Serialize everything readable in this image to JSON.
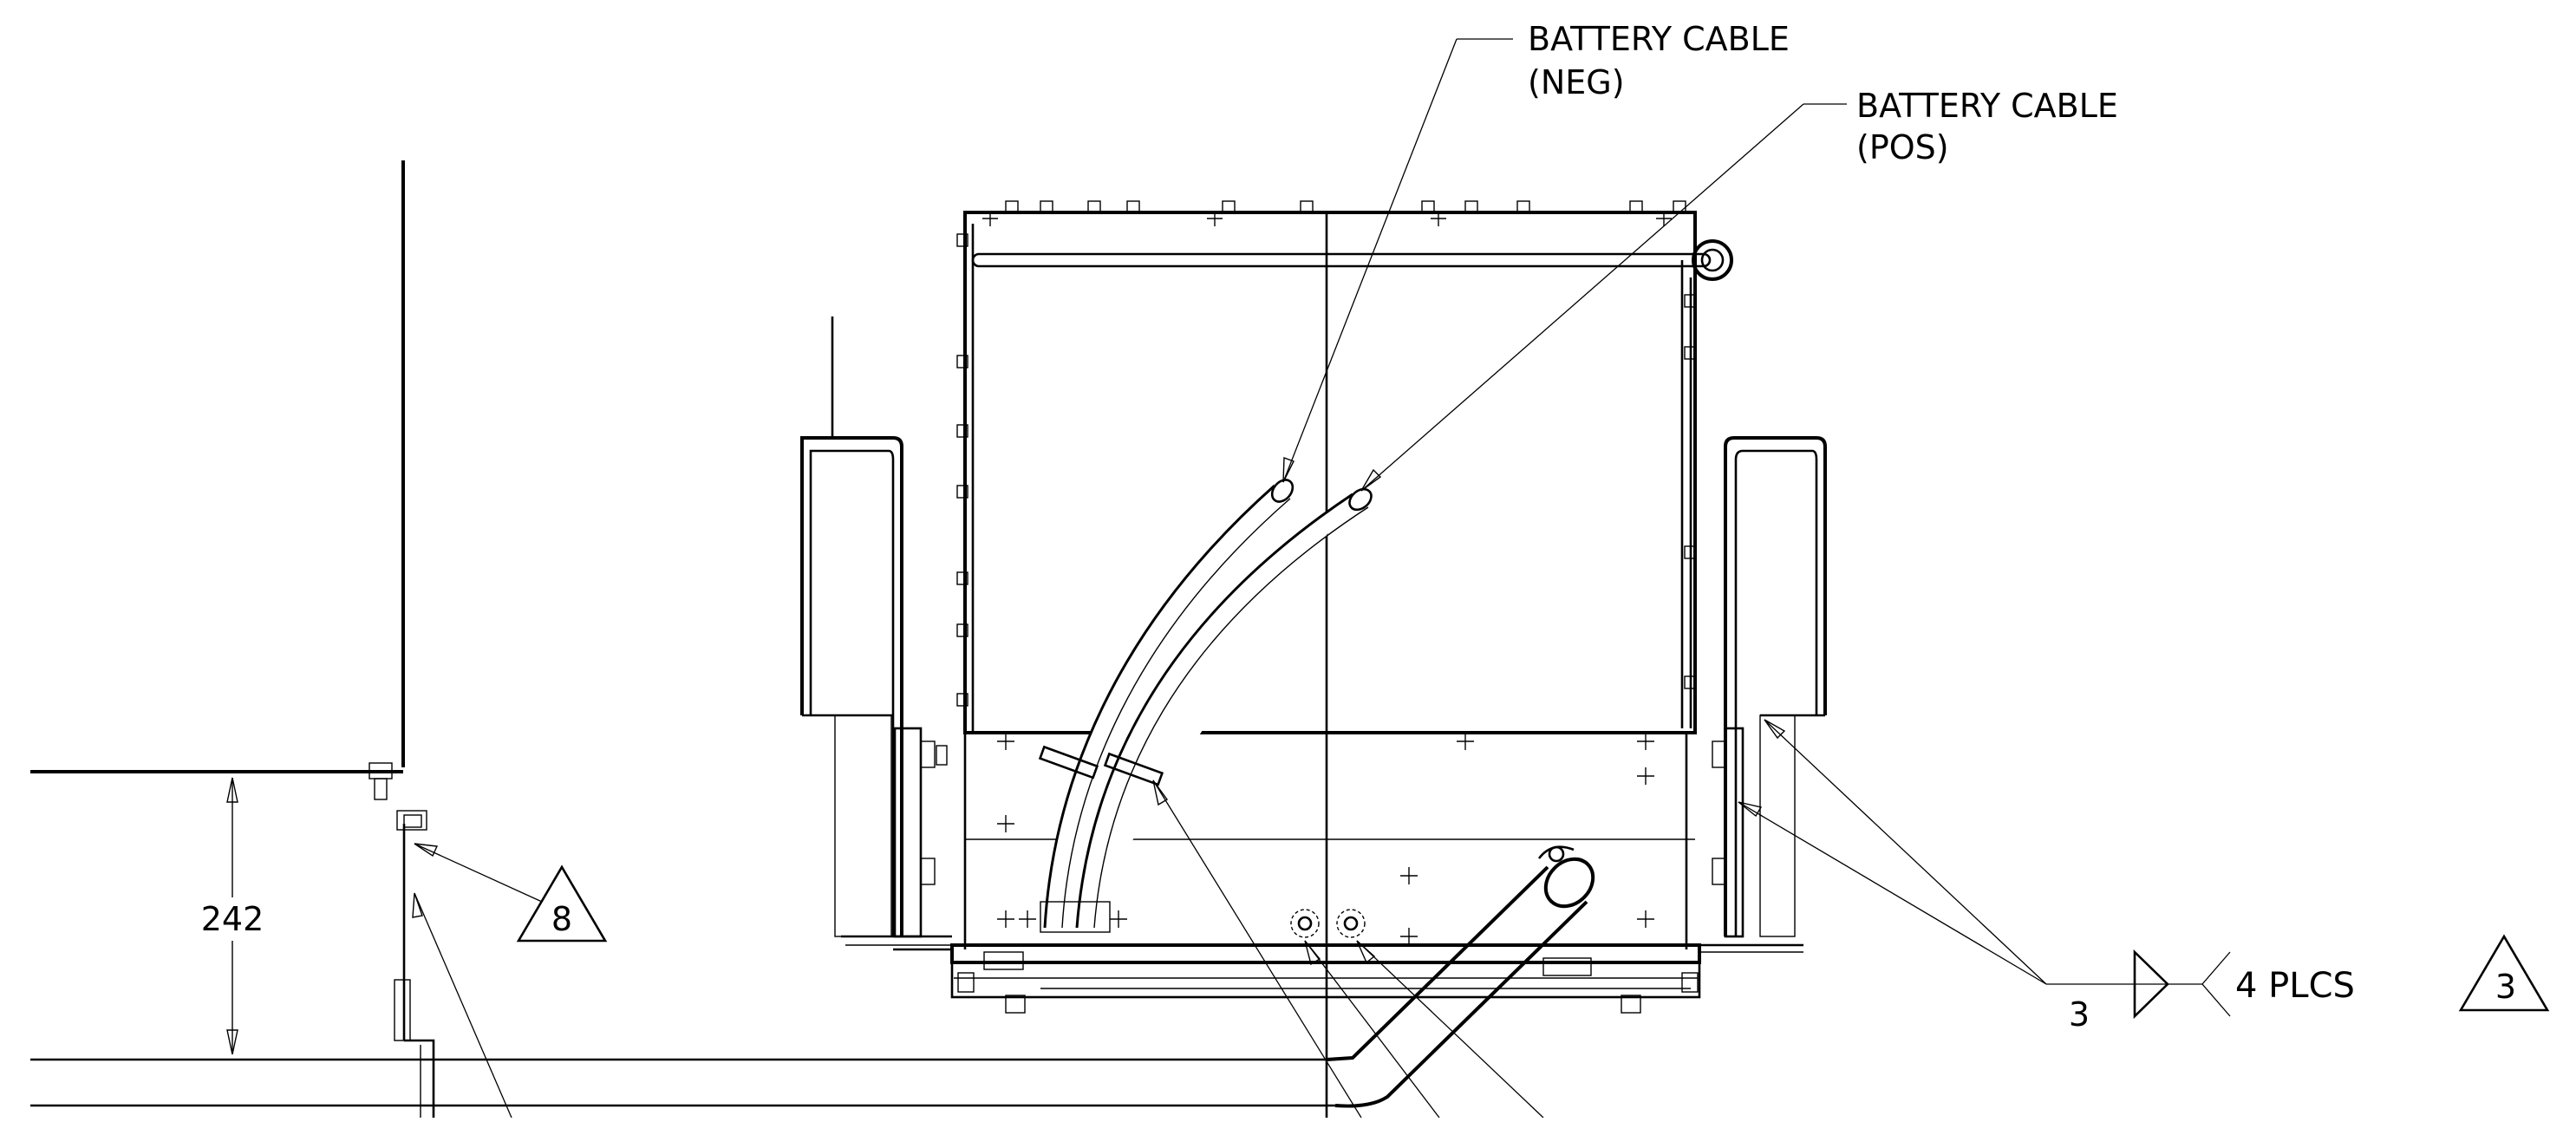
{
  "labels": {
    "battery_cable_neg_line1": "BATTERY CABLE",
    "battery_cable_neg_line2": "(NEG)",
    "battery_cable_pos_line1": "BATTERY CABLE",
    "battery_cable_pos_line2": "(POS)",
    "dimension_242": "242",
    "callout_8": "8",
    "callout_3_left": "3",
    "plcs_text": "4 PLCS",
    "callout_3_triangle": "3"
  },
  "colors": {
    "line": "#000000",
    "background": "#ffffff"
  }
}
